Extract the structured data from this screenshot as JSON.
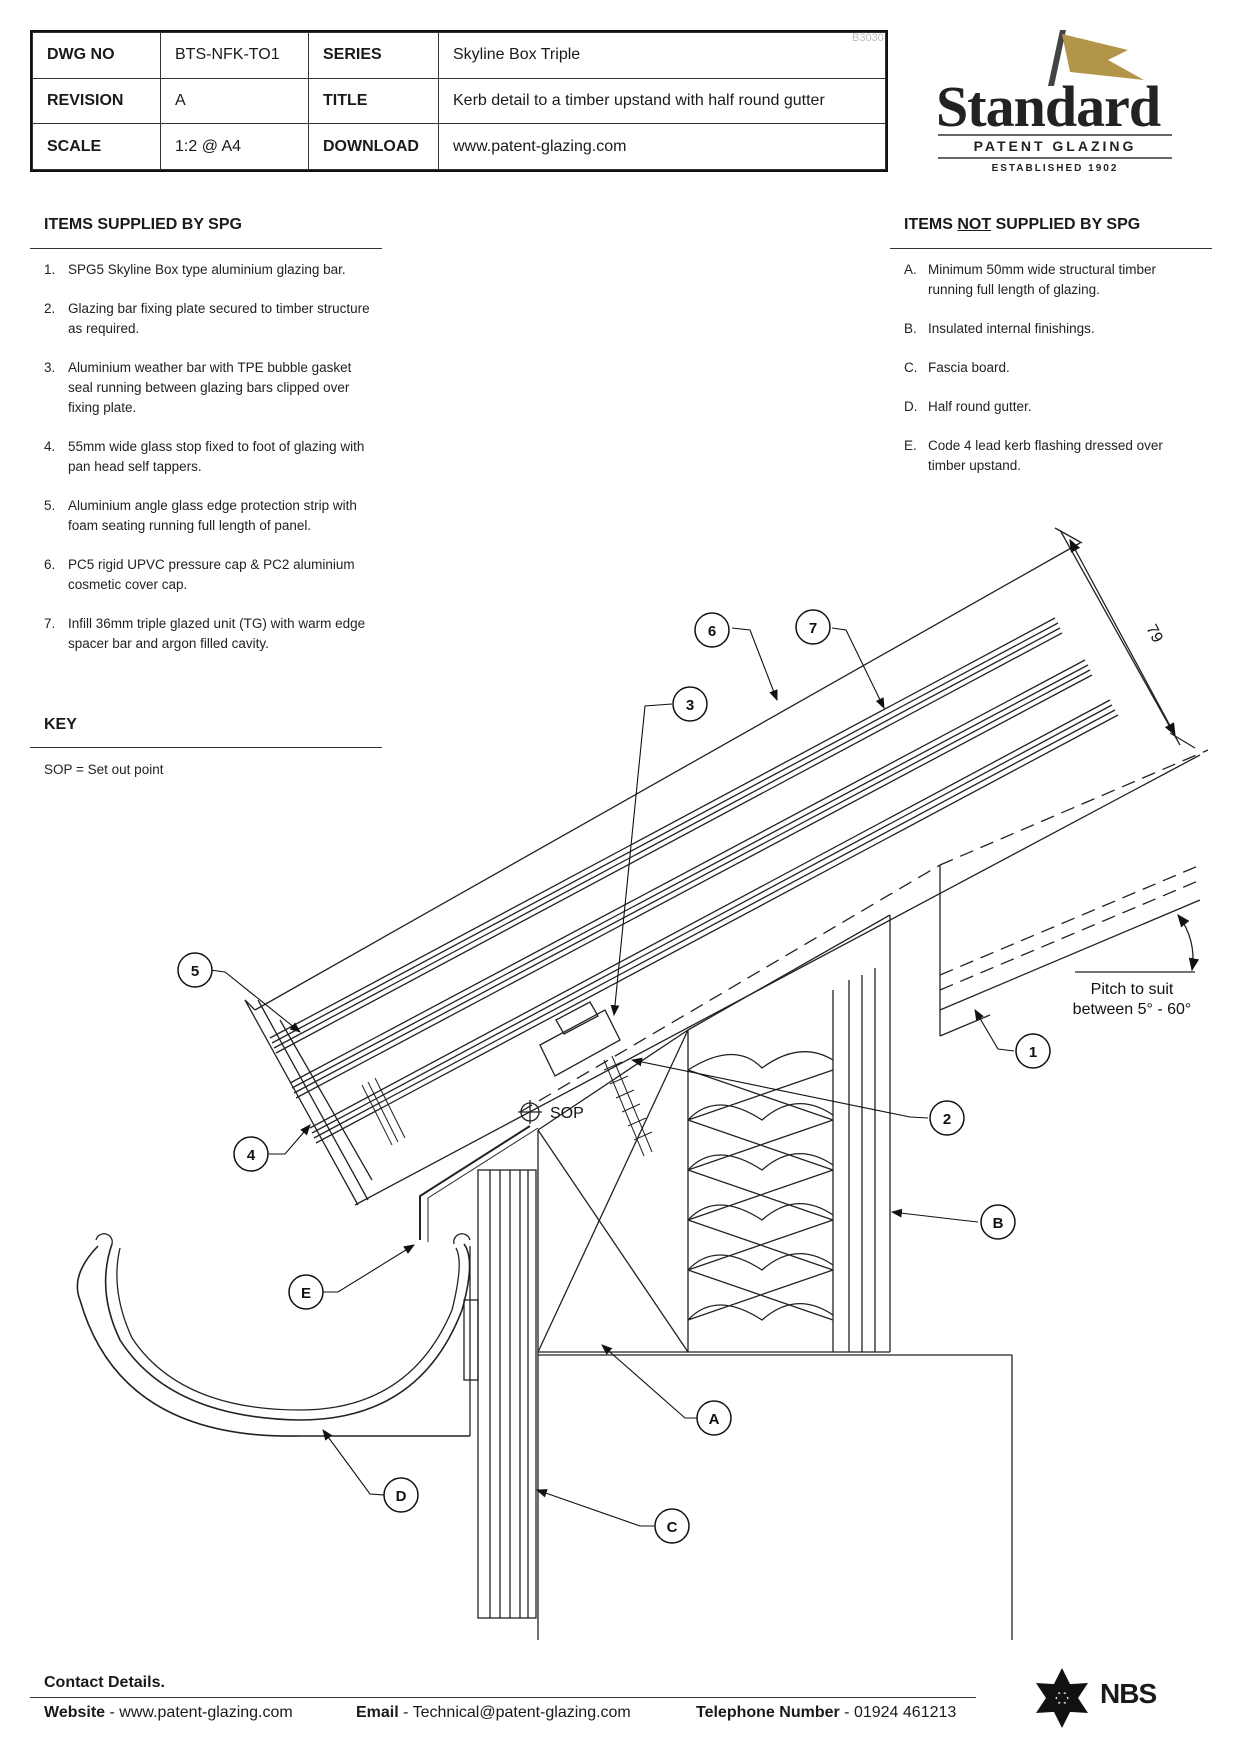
{
  "title_block": {
    "sheet_ref": "B3030",
    "rows": [
      {
        "label1": "DWG NO",
        "value1": "BTS-NFK-TO1",
        "label2": "SERIES",
        "value2": "Skyline Box Triple"
      },
      {
        "label1": "REVISION",
        "value1": "A",
        "label2": "TITLE",
        "value2": "Kerb detail to a timber upstand with half round gutter"
      },
      {
        "label1": "SCALE",
        "value1": "1:2 @ A4",
        "label2": "DOWNLOAD",
        "value2": "www.patent-glazing.com"
      }
    ]
  },
  "logo": {
    "name": "Standard",
    "subtitle": "PATENT GLAZING",
    "established": "ESTABLISHED 1902",
    "accent_color": "#b3954a"
  },
  "supplied": {
    "heading": "ITEMS SUPPLIED BY SPG",
    "items": [
      {
        "num": "1.",
        "text": "SPG5 Skyline Box type aluminium glazing bar."
      },
      {
        "num": "2.",
        "text": "Glazing bar fixing plate secured to timber structure as required."
      },
      {
        "num": "3.",
        "text": "Aluminium weather bar with TPE bubble gasket seal running between glazing bars clipped over fixing plate."
      },
      {
        "num": "4.",
        "text": "55mm wide glass stop fixed to foot of glazing with pan head self tappers."
      },
      {
        "num": "5.",
        "text": "Aluminium angle glass edge protection strip with foam seating running full length of panel."
      },
      {
        "num": "6.",
        "text": "PC5 rigid UPVC pressure cap & PC2 aluminium cosmetic cover cap."
      },
      {
        "num": "7.",
        "text": "Infill 36mm triple glazed unit (TG) with warm edge spacer bar and argon filled cavity."
      }
    ]
  },
  "not_supplied": {
    "heading_pre": "ITEMS ",
    "heading_not": "NOT",
    "heading_post": " SUPPLIED BY SPG",
    "items": [
      {
        "num": "A.",
        "text": "Minimum 50mm wide structural timber running full length of glazing."
      },
      {
        "num": "B.",
        "text": "Insulated internal finishings."
      },
      {
        "num": "C.",
        "text": "Fascia board."
      },
      {
        "num": "D.",
        "text": "Half round gutter."
      },
      {
        "num": "E.",
        "text": "Code 4 lead kerb flashing dressed over timber upstand."
      }
    ]
  },
  "key": {
    "heading": "KEY",
    "text": "SOP = Set out point"
  },
  "drawing": {
    "dimension": "79",
    "sop_label": "SOP",
    "pitch_line1": "Pitch to suit",
    "pitch_line2": "between 5° - 60°",
    "callouts": {
      "c1": "1",
      "c2": "2",
      "c3": "3",
      "c4": "4",
      "c5": "5",
      "c6": "6",
      "c7": "7",
      "cA": "A",
      "cB": "B",
      "cC": "C",
      "cD": "D",
      "cE": "E"
    }
  },
  "footer": {
    "heading": "Contact Details.",
    "website_label": "Website",
    "website": "www.patent-glazing.com",
    "email_label": "Email",
    "email": "Technical@patent-glazing.com",
    "phone_label": "Telephone Number",
    "phone": "01924 461213",
    "separator": "-",
    "nbs": "NBS"
  }
}
